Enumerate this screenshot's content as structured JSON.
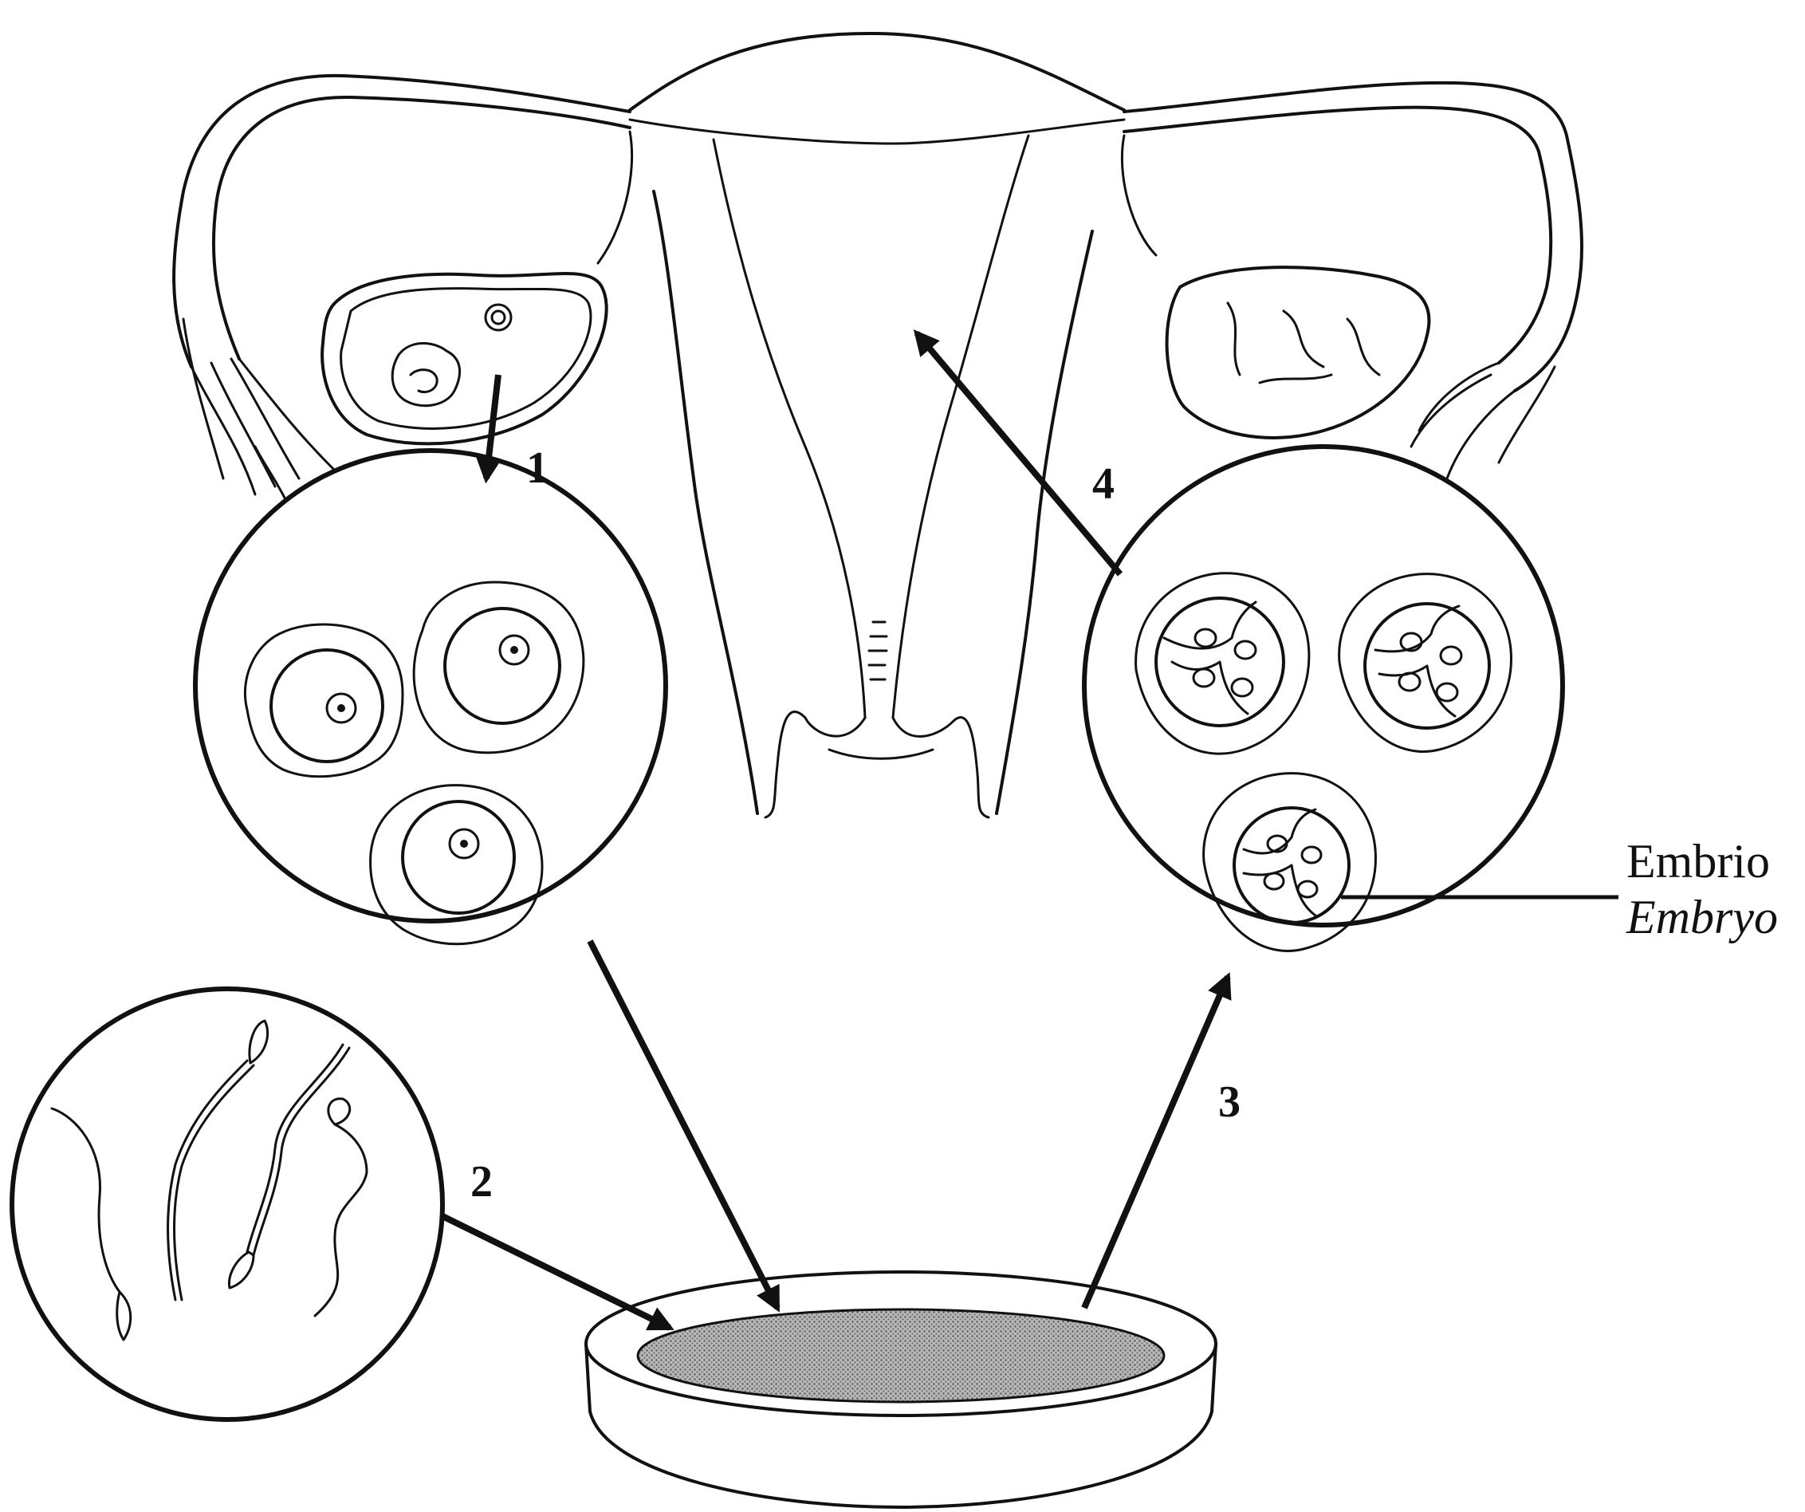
{
  "steps": {
    "step1": "1",
    "step2": "2",
    "step3": "3",
    "step4": "4"
  },
  "embryo_label": {
    "malay": "Embrio",
    "english": "Embryo"
  },
  "icons": [
    "uterus-icon",
    "ovary-icon",
    "oocyte-icon",
    "sperm-icon",
    "embryo-icon",
    "petri-dish-icon",
    "arrow-icon"
  ]
}
